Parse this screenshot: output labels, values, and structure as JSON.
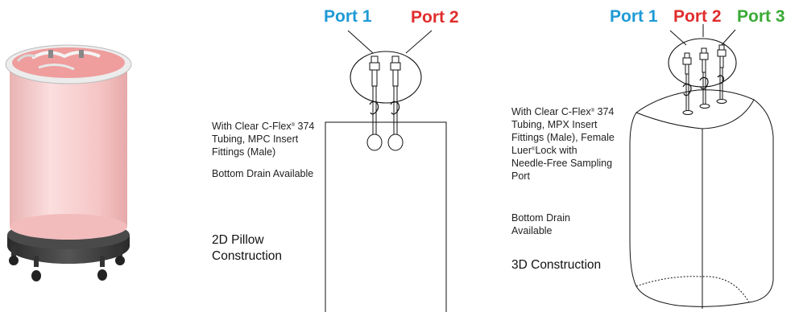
{
  "colors": {
    "port1": "#1e9ad6",
    "port2": "#e02d2d",
    "port3": "#3aaa35",
    "container_body": "#f7c9c9",
    "container_lid": "#f1a4a4",
    "dolly": "#3b3b3b"
  },
  "product_photo": {
    "icon": "pink-drum-container-on-dolly"
  },
  "pillow_2d": {
    "ports": [
      {
        "label": "Port 1",
        "color_key": "port1"
      },
      {
        "label": "Port 2",
        "color_key": "port2"
      }
    ],
    "description_pre": "With Clear C-Flex",
    "description_reg": "®",
    "description_post": " 374 Tubing, MPC Insert Fittings (Male)",
    "drain": "Bottom Drain Available",
    "title_line1": "2D Pillow",
    "title_line2": "Construction"
  },
  "construction_3d": {
    "ports": [
      {
        "label": "Port 1",
        "color_key": "port1"
      },
      {
        "label": "Port 2",
        "color_key": "port2"
      },
      {
        "label": "Port 3",
        "color_key": "port3"
      }
    ],
    "description_pre": "With Clear C-Flex",
    "description_reg": "®",
    "description_mid": " 374 Tubing, MPX Insert Fittings (Male), Female Luer",
    "description_reg2": "®",
    "description_post": "Lock with Needle-Free Sampling Port",
    "drain_line1": "Bottom Drain",
    "drain_line2": "Available",
    "title": "3D Construction"
  }
}
